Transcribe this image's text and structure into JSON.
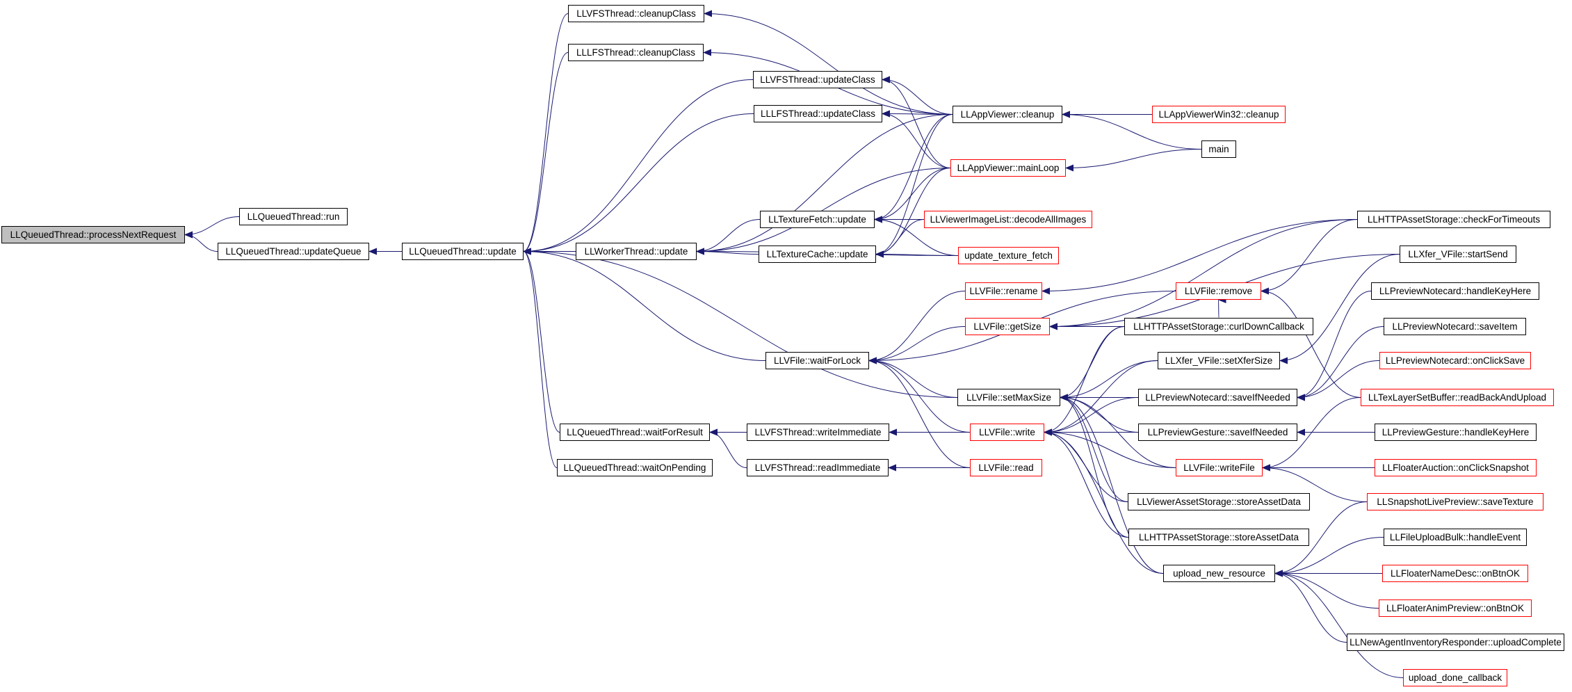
{
  "nodes": {
    "n_root": {
      "label": "LLQueuedThread::processNextRequest",
      "border": "#000000",
      "fill": "#bfbfbf"
    },
    "n_run": {
      "label": "LLQueuedThread::run",
      "border": "#000000"
    },
    "n_updq": {
      "label": "LLQueuedThread::updateQueue",
      "border": "#000000"
    },
    "n_upd": {
      "label": "LLQueuedThread::update",
      "border": "#000000"
    },
    "n_wupd": {
      "label": "LLWorkerThread::update",
      "border": "#000000"
    },
    "n_vfsclean": {
      "label": "LLVFSThread::cleanupClass",
      "border": "#000000"
    },
    "n_lfsclean": {
      "label": "LLLFSThread::cleanupClass",
      "border": "#000000"
    },
    "n_vfsupd": {
      "label": "LLVFSThread::updateClass",
      "border": "#000000"
    },
    "n_lfsupd": {
      "label": "LLLFSThread::updateClass",
      "border": "#000000"
    },
    "n_avclean": {
      "label": "LLAppViewer::cleanup",
      "border": "#000000"
    },
    "n_avw32": {
      "label": "LLAppViewerWin32::cleanup",
      "border": "#ff0000"
    },
    "n_main": {
      "label": "main",
      "border": "#000000"
    },
    "n_mainloop": {
      "label": "LLAppViewer::mainLoop",
      "border": "#ff0000"
    },
    "n_texfetch": {
      "label": "LLTextureFetch::update",
      "border": "#000000"
    },
    "n_decode": {
      "label": "LLViewerImageList::decodeAllImages",
      "border": "#ff0000"
    },
    "n_texcache": {
      "label": "LLTextureCache::update",
      "border": "#000000"
    },
    "n_updtex": {
      "label": "update_texture_fetch",
      "border": "#ff0000"
    },
    "n_checkto": {
      "label": "LLHTTPAssetStorage::checkForTimeouts",
      "border": "#000000"
    },
    "n_startsend": {
      "label": "LLXfer_VFile::startSend",
      "border": "#000000"
    },
    "n_rename": {
      "label": "LLVFile::rename",
      "border": "#ff0000"
    },
    "n_remove": {
      "label": "LLVFile::remove",
      "border": "#ff0000"
    },
    "n_getsize": {
      "label": "LLVFile::getSize",
      "border": "#ff0000"
    },
    "n_curldown": {
      "label": "LLHTTPAssetStorage::curlDownCallback",
      "border": "#000000"
    },
    "n_pnkey": {
      "label": "LLPreviewNotecard::handleKeyHere",
      "border": "#000000"
    },
    "n_pnsave": {
      "label": "LLPreviewNotecard::saveItem",
      "border": "#000000"
    },
    "n_waitlock": {
      "label": "LLVFile::waitForLock",
      "border": "#000000"
    },
    "n_setxfer": {
      "label": "LLXfer_VFile::setXferSize",
      "border": "#000000"
    },
    "n_pnclick": {
      "label": "LLPreviewNotecard::onClickSave",
      "border": "#ff0000"
    },
    "n_setmax": {
      "label": "LLVFile::setMaxSize",
      "border": "#000000"
    },
    "n_pnsaveif": {
      "label": "LLPreviewNotecard::saveIfNeeded",
      "border": "#000000"
    },
    "n_texlayer": {
      "label": "LLTexLayerSetBuffer::readBackAndUpload",
      "border": "#ff0000"
    },
    "n_waitres": {
      "label": "LLQueuedThread::waitForResult",
      "border": "#000000"
    },
    "n_writeimm": {
      "label": "LLVFSThread::writeImmediate",
      "border": "#000000"
    },
    "n_write": {
      "label": "LLVFile::write",
      "border": "#ff0000"
    },
    "n_pgsaveif": {
      "label": "LLPreviewGesture::saveIfNeeded",
      "border": "#000000"
    },
    "n_pgkey": {
      "label": "LLPreviewGesture::handleKeyHere",
      "border": "#000000"
    },
    "n_waitpend": {
      "label": "LLQueuedThread::waitOnPending",
      "border": "#000000"
    },
    "n_readimm": {
      "label": "LLVFSThread::readImmediate",
      "border": "#000000"
    },
    "n_read": {
      "label": "LLVFile::read",
      "border": "#ff0000"
    },
    "n_writefile": {
      "label": "LLVFile::writeFile",
      "border": "#ff0000"
    },
    "n_fauction": {
      "label": "LLFloaterAuction::onClickSnapshot",
      "border": "#ff0000"
    },
    "n_vstore": {
      "label": "LLViewerAssetStorage::storeAssetData",
      "border": "#000000"
    },
    "n_snapsave": {
      "label": "LLSnapshotLivePreview::saveTexture",
      "border": "#ff0000"
    },
    "n_hstore": {
      "label": "LLHTTPAssetStorage::storeAssetData",
      "border": "#000000"
    },
    "n_fupbulk": {
      "label": "LLFileUploadBulk::handleEvent",
      "border": "#000000"
    },
    "n_upload": {
      "label": "upload_new_resource",
      "border": "#000000"
    },
    "n_fnamedesc": {
      "label": "LLFloaterNameDesc::onBtnOK",
      "border": "#ff0000"
    },
    "n_fanim": {
      "label": "LLFloaterAnimPreview::onBtnOK",
      "border": "#ff0000"
    },
    "n_newagent": {
      "label": "LLNewAgentInventoryResponder::uploadComplete",
      "border": "#000000"
    },
    "n_updone": {
      "label": "upload_done_callback",
      "border": "#ff0000"
    }
  },
  "edge_color": "#191970",
  "edges": [
    [
      "n_run",
      "n_root"
    ],
    [
      "n_updq",
      "n_root"
    ],
    [
      "n_upd",
      "n_updq"
    ],
    [
      "n_wupd",
      "n_upd"
    ],
    [
      "n_vfsclean",
      "n_upd"
    ],
    [
      "n_lfsclean",
      "n_upd"
    ],
    [
      "n_vfsupd",
      "n_upd"
    ],
    [
      "n_lfsupd",
      "n_upd"
    ],
    [
      "n_waitlock",
      "n_upd"
    ],
    [
      "n_setmax",
      "n_upd"
    ],
    [
      "n_waitres",
      "n_upd"
    ],
    [
      "n_waitpend",
      "n_upd"
    ],
    [
      "n_avclean",
      "n_vfsclean"
    ],
    [
      "n_avclean",
      "n_lfsclean"
    ],
    [
      "n_avclean",
      "n_vfsupd"
    ],
    [
      "n_mainloop",
      "n_vfsupd"
    ],
    [
      "n_avclean",
      "n_lfsupd"
    ],
    [
      "n_mainloop",
      "n_lfsupd"
    ],
    [
      "n_avw32",
      "n_avclean"
    ],
    [
      "n_main",
      "n_avclean"
    ],
    [
      "n_main",
      "n_mainloop"
    ],
    [
      "n_texfetch",
      "n_wupd"
    ],
    [
      "n_texcache",
      "n_wupd"
    ],
    [
      "n_avclean",
      "n_wupd"
    ],
    [
      "n_mainloop",
      "n_wupd"
    ],
    [
      "n_updtex",
      "n_wupd"
    ],
    [
      "n_avclean",
      "n_texfetch"
    ],
    [
      "n_mainloop",
      "n_texfetch"
    ],
    [
      "n_decode",
      "n_texfetch"
    ],
    [
      "n_avclean",
      "n_texcache"
    ],
    [
      "n_mainloop",
      "n_texcache"
    ],
    [
      "n_decode",
      "n_texcache"
    ],
    [
      "n_updtex",
      "n_texcache"
    ],
    [
      "n_updtex",
      "n_texfetch"
    ],
    [
      "n_rename",
      "n_waitlock"
    ],
    [
      "n_getsize",
      "n_waitlock"
    ],
    [
      "n_remove",
      "n_waitlock"
    ],
    [
      "n_setmax",
      "n_waitlock"
    ],
    [
      "n_write",
      "n_waitlock"
    ],
    [
      "n_read",
      "n_waitlock"
    ],
    [
      "n_checkto",
      "n_rename"
    ],
    [
      "n_checkto",
      "n_getsize"
    ],
    [
      "n_startsend",
      "n_getsize"
    ],
    [
      "n_curldown",
      "n_getsize"
    ],
    [
      "n_checkto",
      "n_remove"
    ],
    [
      "n_curldown",
      "n_remove"
    ],
    [
      "n_texlayer",
      "n_remove"
    ],
    [
      "n_setxfer",
      "n_setmax"
    ],
    [
      "n_pnsaveif",
      "n_setmax"
    ],
    [
      "n_pgsaveif",
      "n_setmax"
    ],
    [
      "n_writefile",
      "n_setmax"
    ],
    [
      "n_vstore",
      "n_setmax"
    ],
    [
      "n_hstore",
      "n_setmax"
    ],
    [
      "n_upload",
      "n_setmax"
    ],
    [
      "n_curldown",
      "n_setmax"
    ],
    [
      "n_startsend",
      "n_setxfer"
    ],
    [
      "n_pnkey",
      "n_pnsaveif"
    ],
    [
      "n_pnsave",
      "n_pnsaveif"
    ],
    [
      "n_pnclick",
      "n_pnsaveif"
    ],
    [
      "n_pgkey",
      "n_pgsaveif"
    ],
    [
      "n_writeimm",
      "n_waitres"
    ],
    [
      "n_readimm",
      "n_waitres"
    ],
    [
      "n_write",
      "n_writeimm"
    ],
    [
      "n_read",
      "n_readimm"
    ],
    [
      "n_setxfer",
      "n_write"
    ],
    [
      "n_pnsaveif",
      "n_write"
    ],
    [
      "n_pgsaveif",
      "n_write"
    ],
    [
      "n_writefile",
      "n_write"
    ],
    [
      "n_vstore",
      "n_write"
    ],
    [
      "n_hstore",
      "n_write"
    ],
    [
      "n_upload",
      "n_write"
    ],
    [
      "n_curldown",
      "n_write"
    ],
    [
      "n_texlayer",
      "n_writefile"
    ],
    [
      "n_fauction",
      "n_writefile"
    ],
    [
      "n_snapsave",
      "n_writefile"
    ],
    [
      "n_snapsave",
      "n_upload"
    ],
    [
      "n_fupbulk",
      "n_upload"
    ],
    [
      "n_fnamedesc",
      "n_upload"
    ],
    [
      "n_fanim",
      "n_upload"
    ],
    [
      "n_newagent",
      "n_upload"
    ],
    [
      "n_updone",
      "n_upload"
    ]
  ]
}
